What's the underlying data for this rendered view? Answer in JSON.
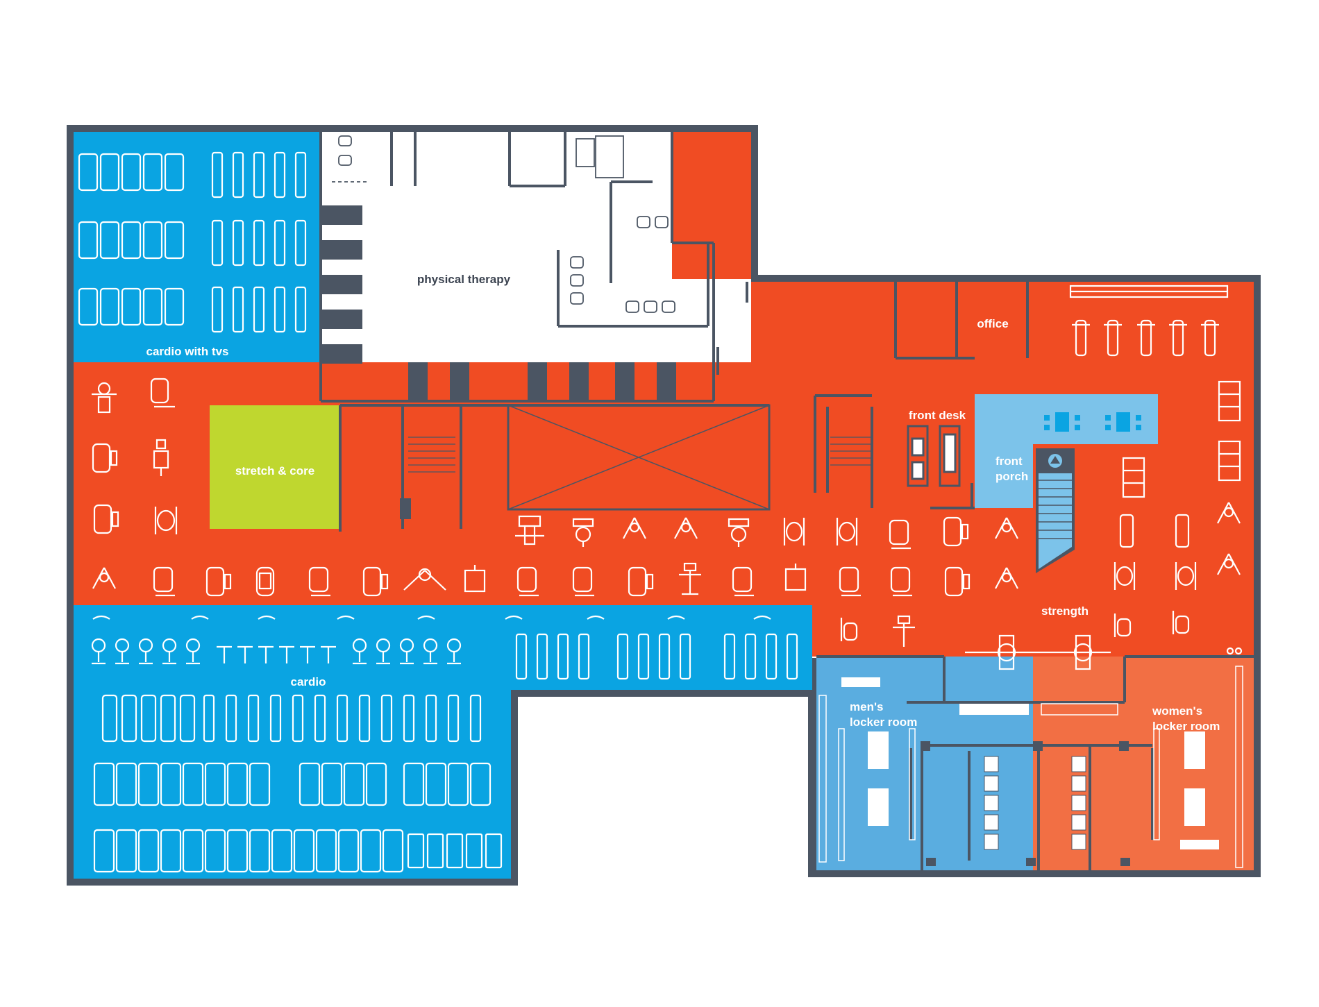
{
  "floor_plan": {
    "colors": {
      "cardio_blue": "#0aa4e2",
      "strength_orange": "#f04c23",
      "stretch_green": "#bfd72f",
      "light_blue": "#7cc3ea",
      "locker_blue": "#5aade0",
      "locker_orange": "#f26f44",
      "wall_gray": "#4b5563",
      "pt_white": "#ffffff"
    },
    "rooms": {
      "cardio_tvs": {
        "label": "cardio with tvs",
        "icon": "treadmill-icon"
      },
      "physical_therapy": {
        "label": "physical therapy",
        "icon": "therapy-chair-icon"
      },
      "stretch_core": {
        "label": "stretch & core"
      },
      "office": {
        "label": "office"
      },
      "front_desk": {
        "label": "front desk",
        "icon": "desk-icon"
      },
      "front_porch": {
        "label_line1": "front",
        "label_line2": "porch",
        "icon": "elevator-icon"
      },
      "strength": {
        "label": "strength",
        "icon": "weight-machine-icon"
      },
      "cardio": {
        "label": "cardio",
        "icon": "elliptical-icon"
      },
      "mens_locker": {
        "label_line1": "men's",
        "label_line2": "locker room",
        "icon": "toilet-icon"
      },
      "womens_locker": {
        "label_line1": "women's",
        "label_line2": "locker room",
        "icon": "toilet-icon"
      }
    }
  }
}
